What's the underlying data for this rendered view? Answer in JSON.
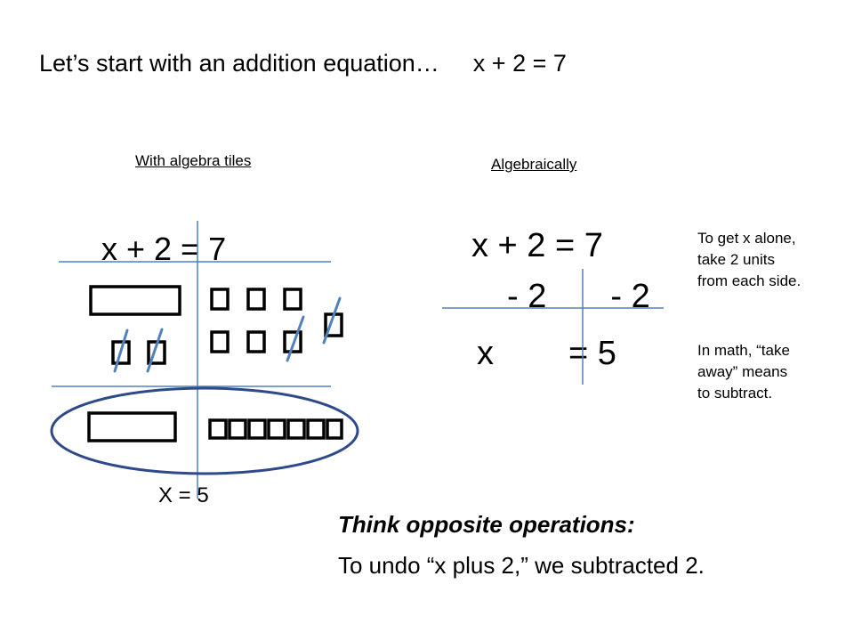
{
  "title": {
    "text": "Let’s start with an addition equation…",
    "equation": "x + 2 = 7"
  },
  "tiles_section": {
    "heading": "With algebra tiles",
    "equation": "x + 2 = 7",
    "result": "X = 5"
  },
  "algebra_section": {
    "heading": "Algebraically",
    "equation": "x + 2  =  7",
    "subtract_left": "- 2",
    "subtract_right": "- 2",
    "result_x": "x",
    "result_rhs": "=  5"
  },
  "notes": {
    "line1": "To get x alone,",
    "line2": "take 2 units",
    "line3": "from each side.",
    "line4": "In math, “take",
    "line5": "away” means",
    "line6": "to subtract."
  },
  "conclusion": {
    "heading": "Think opposite operations:",
    "text": "To undo “x plus 2,” we subtracted 2."
  },
  "colors": {
    "mat_line": "#4f81bd",
    "slash": "#4f81bd",
    "ellipse": "#2f4a8a"
  }
}
